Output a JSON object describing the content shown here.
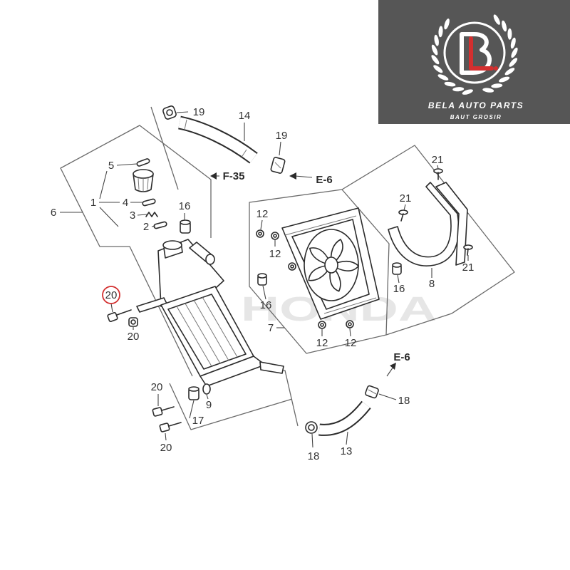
{
  "logo": {
    "letters": "BL",
    "brand": "BELA AUTO PARTS",
    "tagline": "BAUT GROSIR",
    "background": "#565656",
    "accent": "#d32f2f"
  },
  "watermark": "HONDA",
  "highlight": {
    "color": "#d32f2f"
  },
  "references": {
    "f35": "F-35",
    "e6_top": "E-6",
    "e6_bottom": "E-6"
  },
  "callouts": [
    "19",
    "14",
    "19",
    "5",
    "1",
    "4",
    "6",
    "16",
    "3",
    "2",
    "12",
    "12",
    "21",
    "21",
    "21",
    "20",
    "16",
    "16",
    "8",
    "20",
    "7",
    "12",
    "12",
    "20",
    "9",
    "18",
    "17",
    "20",
    "18",
    "13"
  ]
}
